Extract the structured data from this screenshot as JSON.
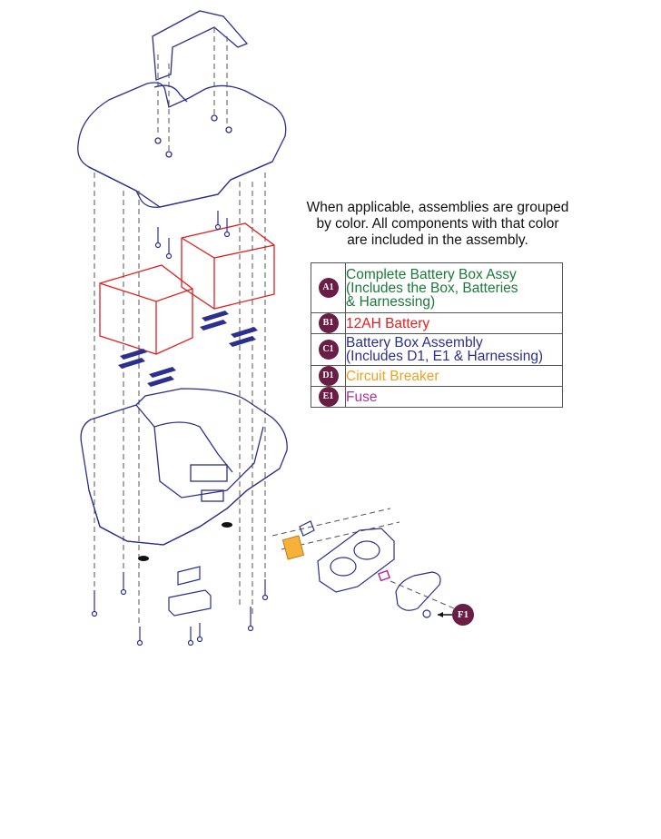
{
  "note": {
    "line1": "When applicable, assemblies are grouped",
    "line2": "by color. All components with that color",
    "line3": "are included in the assembly."
  },
  "legend": [
    {
      "code": "A1",
      "lines": [
        "Complete Battery Box Assy",
        "(Includes the Box, Batteries",
        "& Harnessing)"
      ],
      "color": "#1a7a3a"
    },
    {
      "code": "B1",
      "lines": [
        "12AH Battery"
      ],
      "color": "#e02020"
    },
    {
      "code": "C1",
      "lines": [
        "Battery Box Assembly",
        "(Includes D1, E1 & Harnessing)"
      ],
      "color": "#2b2f8f"
    },
    {
      "code": "D1",
      "lines": [
        "Circuit Breaker"
      ],
      "color": "#f0a020"
    },
    {
      "code": "E1",
      "lines": [
        "Fuse"
      ],
      "color": "#b0309a"
    }
  ],
  "callout_f1": "F1",
  "colors": {
    "outline": "#2b2f8f",
    "battery": "#e02020",
    "breaker": "#f0a020",
    "fuse": "#b0309a",
    "badge": "#6b1e45"
  }
}
